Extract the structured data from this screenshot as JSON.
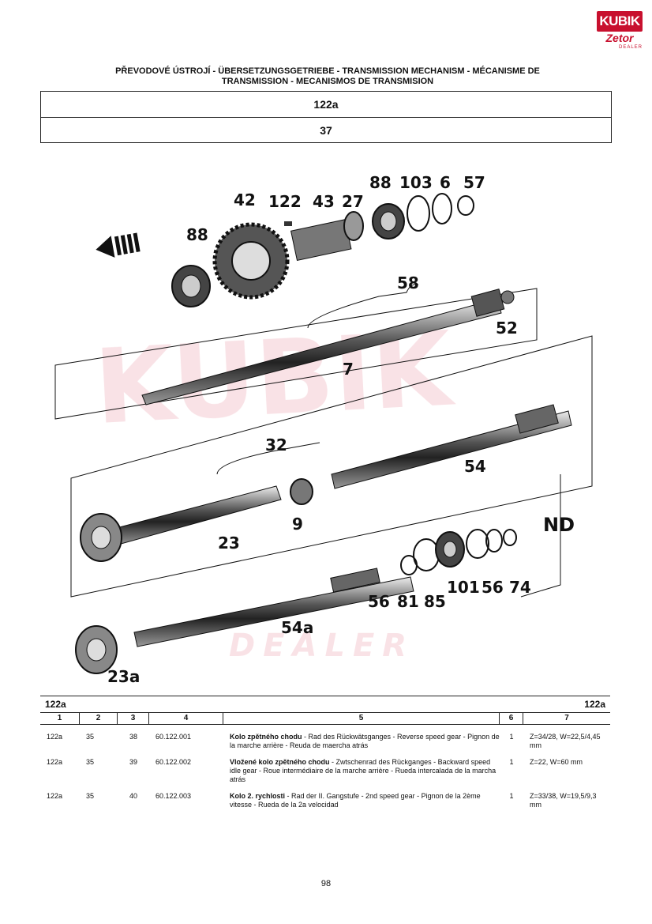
{
  "logo": {
    "top": "KUBIK",
    "mid": "Zetor",
    "bottom": "DEALER"
  },
  "title_line1": "PŘEVODOVÉ ÚSTROJÍ - ÜBERSETZUNGSGETRIEBE - TRANSMISSION MECHANISM - MÉCANISME DE",
  "title_line2": "TRANSMISSION - MECANISMOS DE TRANSMISION",
  "header": {
    "group": "122a",
    "page_code": "37"
  },
  "watermark": {
    "top": "KUBIK",
    "bottom": "DEALER"
  },
  "callouts": {
    "c88a": "88",
    "c42": "42",
    "c122": "122",
    "c43": "43",
    "c27": "27",
    "c88b": "88",
    "c103": "103",
    "c6": "6",
    "c57": "57",
    "c58": "58",
    "c52": "52",
    "c7": "7",
    "c32": "32",
    "c54": "54",
    "c9": "9",
    "c23": "23",
    "cND": "ND",
    "c56a": "56",
    "c81": "81",
    "c85": "85",
    "c101": "101",
    "c56b": "56",
    "c74": "74",
    "c54a": "54a",
    "c23a": "23a"
  },
  "table": {
    "section_left": "122a",
    "section_right": "122a",
    "columns": [
      "1",
      "2",
      "3",
      "4",
      "5",
      "6",
      "7"
    ],
    "rows": [
      {
        "c1": "122a",
        "c2": "35",
        "c3": "38",
        "c4": "60.122.001",
        "name": "Kolo zpětného chodu",
        "desc": " - Rad des Rückwätsganges - Reverse speed gear - Pignon de la marche arrière - Reuda de maercha atrás",
        "c6": "1",
        "c7": "Z=34/28, W=22,5/4,45 mm"
      },
      {
        "c1": "122a",
        "c2": "35",
        "c3": "39",
        "c4": "60.122.002",
        "name": "Vložené kolo zpětného chodu",
        "desc": " - Zwtschenrad des Rückganges - Backward speed idle gear - Roue intermédiaire de la marche arrière - Rueda intercalada de la marcha atrás",
        "c6": "1",
        "c7": "Z=22, W=60 mm"
      },
      {
        "c1": "122a",
        "c2": "35",
        "c3": "40",
        "c4": "60.122.003",
        "name": "Kolo 2. rychlosti",
        "desc": " - Rad der II. Gangstufe - 2nd speed gear - Pignon de la 2ème vitesse - Rueda de la 2a velocidad",
        "c6": "1",
        "c7": "Z=33/38, W=19,5/9,3 mm"
      }
    ]
  },
  "page_number": "98"
}
